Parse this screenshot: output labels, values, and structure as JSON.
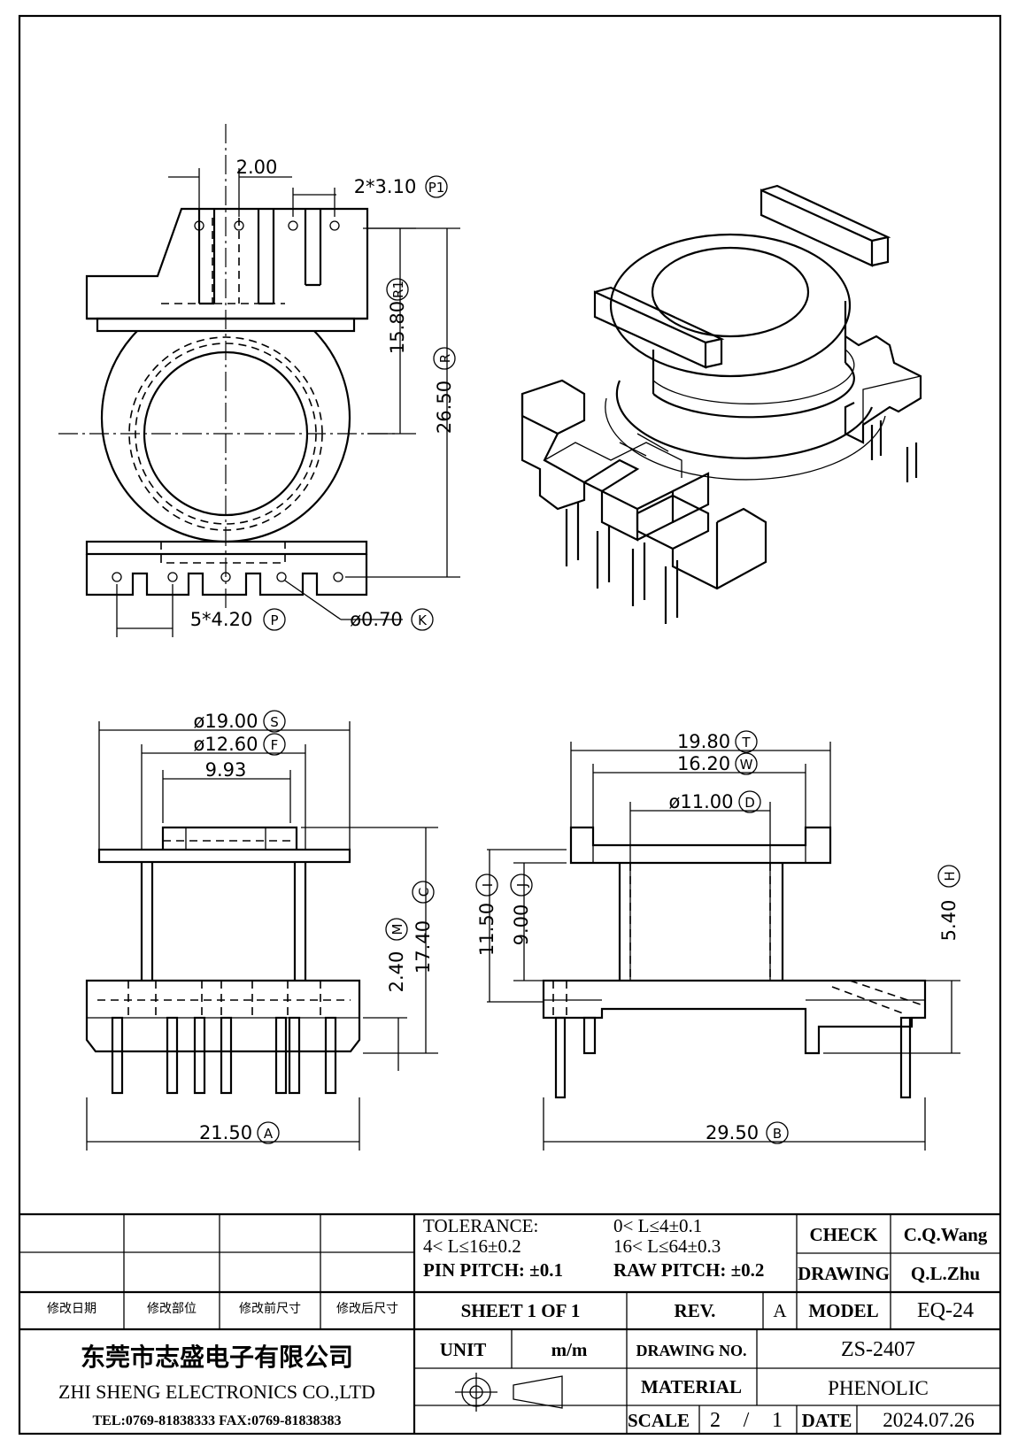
{
  "drawing": {
    "front_view": {
      "dims": [
        {
          "text": "2.00"
        },
        {
          "text": "2*3.10",
          "label": "P1"
        },
        {
          "text": "15.80",
          "label": "R1"
        },
        {
          "text": "26.50",
          "label": "R"
        },
        {
          "text": "5*4.20",
          "label": "P"
        },
        {
          "text": "ø0.70",
          "label": "K"
        }
      ]
    },
    "side_view_left": {
      "dims": [
        {
          "text": "ø19.00",
          "label": "S"
        },
        {
          "text": "ø12.60",
          "label": "F"
        },
        {
          "text": "9.93"
        },
        {
          "text": "17.40",
          "label": "C"
        },
        {
          "text": "2.40",
          "label": "M"
        },
        {
          "text": "21.50",
          "label": "A"
        }
      ]
    },
    "side_view_right": {
      "dims": [
        {
          "text": "19.80",
          "label": "T"
        },
        {
          "text": "16.20",
          "label": "W"
        },
        {
          "text": "ø11.00",
          "label": "D"
        },
        {
          "text": "11.50",
          "label": "I"
        },
        {
          "text": "9.00",
          "label": "J"
        },
        {
          "text": "5.40",
          "label": "H"
        },
        {
          "text": "29.50",
          "label": "B"
        }
      ]
    }
  },
  "title_block": {
    "revision_headers": [
      "修改日期",
      "修改部位",
      "修改前尺寸",
      "修改后尺寸"
    ],
    "tolerance": {
      "title": "TOLERANCE:",
      "r1": "0< L≤4±0.1",
      "r2a": "4< L≤16±0.2",
      "r2b": "16< L≤64±0.3",
      "pin": "PIN PITCH: ±0.1",
      "raw": "RAW PITCH: ±0.2"
    },
    "check_label": "CHECK",
    "check_value": "C.Q.Wang",
    "drawing_label": "DRAWING",
    "drawing_value": "Q.L.Zhu",
    "sheet": "SHEET 1 OF 1",
    "rev_label": "REV.",
    "rev_value": "A",
    "model_label": "MODEL",
    "model_value": "EQ-24",
    "company_cn": "东莞市志盛电子有限公司",
    "company_en": "ZHI SHENG  ELECTRONICS CO.,LTD",
    "contact": "TEL:0769-81838333 FAX:0769-81838383",
    "unit_label": "UNIT",
    "unit_value": "m/m",
    "drawing_no_label": "DRAWING NO.",
    "drawing_no_value": "ZS-2407",
    "material_label": "MATERIAL",
    "material_value": "PHENOLIC",
    "scale_label": "SCALE",
    "scale_a": "2",
    "scale_sep": "/",
    "scale_b": "1",
    "date_label": "DATE",
    "date_value": "2024.07.26"
  }
}
